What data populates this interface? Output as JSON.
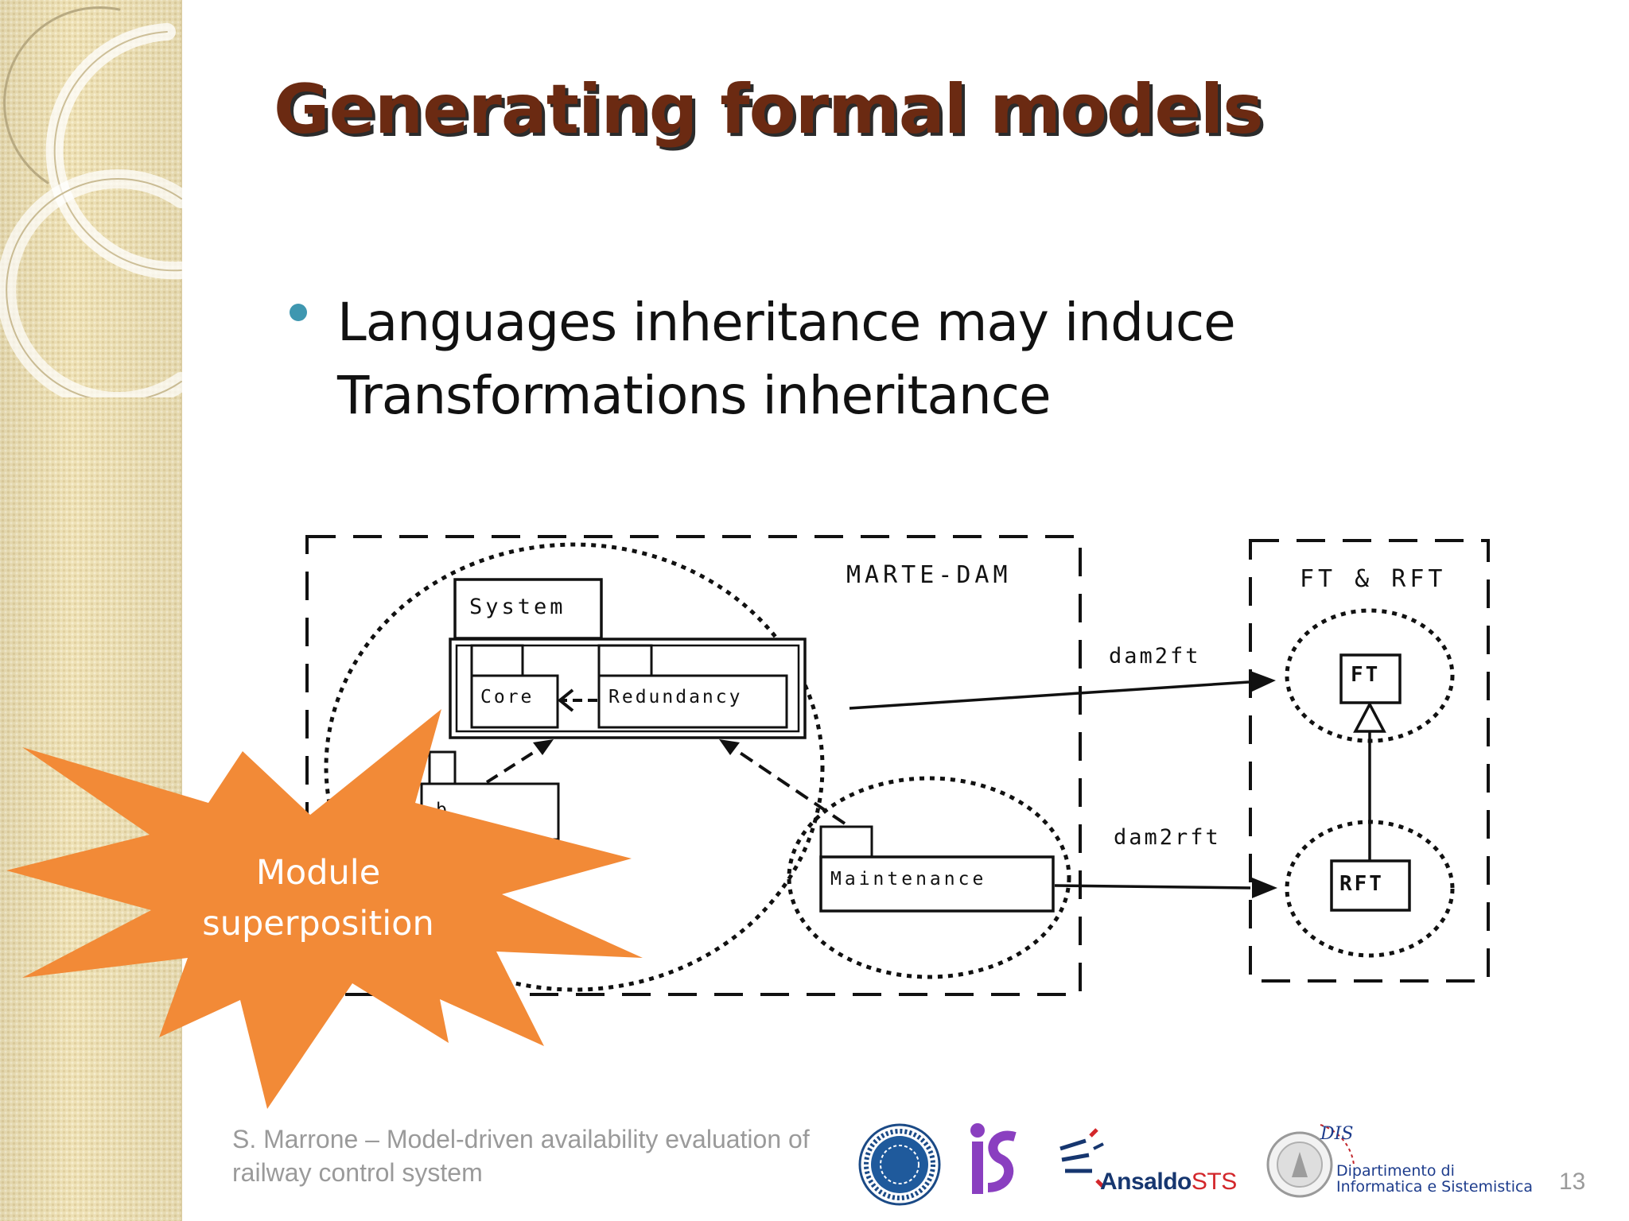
{
  "slide": {
    "title": "Generating formal models",
    "bullet": "Languages inheritance may induce Transformations inheritance",
    "callout": {
      "label": "Module superposition",
      "color": "#f28a37"
    },
    "footer": "S. Marrone – Model-driven availability evaluation of railway control system",
    "page_number": "13",
    "colors": {
      "title": "#6b2a12",
      "bullet_dot": "#3f97b0",
      "side_band": "#eee1b6"
    }
  },
  "diagram": {
    "marte_label": "MARTE-DAM",
    "ft_group_label": "FT & RFT",
    "packages": {
      "system": "System",
      "core": "Core",
      "redundancy": "Redundancy",
      "maintenance": "Maintenance",
      "hidden_partial": "b"
    },
    "targets": {
      "ft": "FT",
      "rft": "RFT"
    },
    "transformations": {
      "dam2ft": "dam2ft",
      "dam2rft": "dam2rft"
    }
  },
  "logos": {
    "ansaldo_main": "Ansaldo",
    "ansaldo_suffix": "STS",
    "dis_line1": "Dipartimento di",
    "dis_line2": "Informatica e Sistemistica",
    "dis_mark": "DIS",
    "ips_mark": "iS"
  }
}
